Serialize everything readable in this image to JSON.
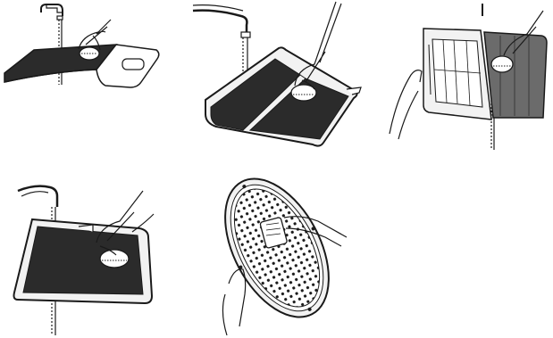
{
  "figure": {
    "panels": [
      {
        "id": "p1",
        "icon": "filter-under-tap-icon"
      },
      {
        "id": "p2",
        "icon": "filter-in-frame-under-tap-icon"
      },
      {
        "id": "p3",
        "icon": "pleated-filter-cleaning-icon"
      },
      {
        "id": "p4",
        "icon": "frame-filter-under-tap-icon"
      },
      {
        "id": "p5",
        "icon": "perforated-filter-brush-icon"
      }
    ],
    "colors": {
      "line": "#1a1a1a",
      "mesh": "#2b2b2b",
      "mesh_light": "#5a5a5a",
      "frame": "#f2f2f2",
      "pleat": "#6b6b6b"
    }
  }
}
